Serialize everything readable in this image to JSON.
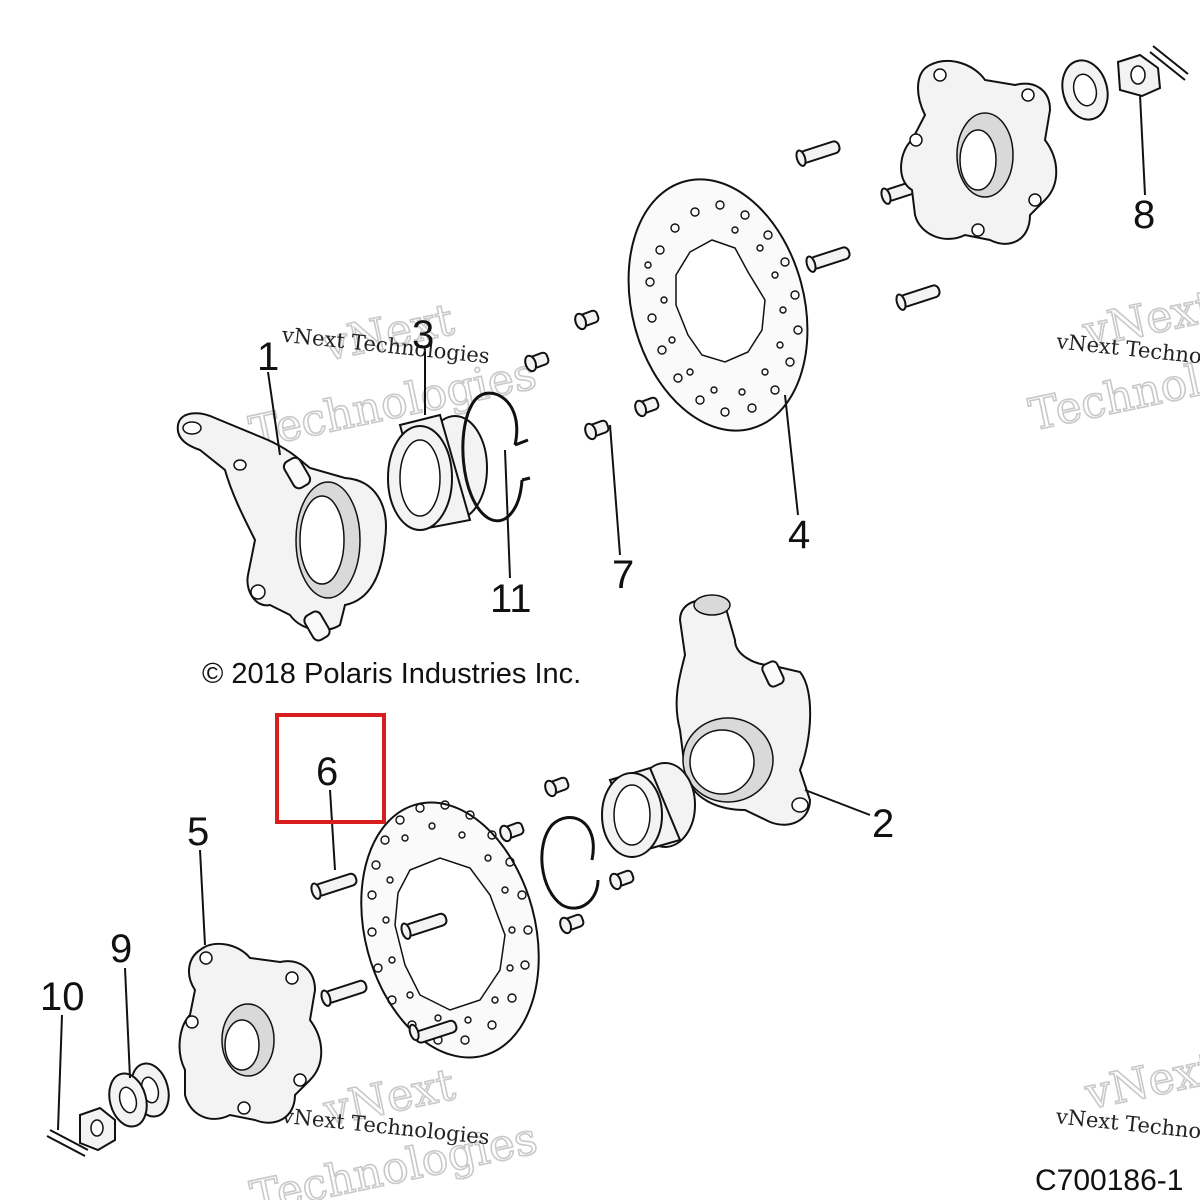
{
  "copyright": "© 2018 Polaris Industries Inc.",
  "figure_code": "C700186-1",
  "watermark": {
    "text_small": "vNext Technologies",
    "text_big_1": "vNext",
    "text_big_2": "Technologies",
    "text_partial_small": "vNext Techno",
    "text_partial_big_1": "vNext",
    "text_partial_big_2": "Technol"
  },
  "callouts": {
    "c1": "1",
    "c2": "2",
    "c3": "3",
    "c4": "4",
    "c5": "5",
    "c6": "6",
    "c7": "7",
    "c8": "8",
    "c9": "9",
    "c10": "10",
    "c11": "11"
  },
  "highlight": {
    "callout": "6",
    "color": "#d81e1e"
  }
}
